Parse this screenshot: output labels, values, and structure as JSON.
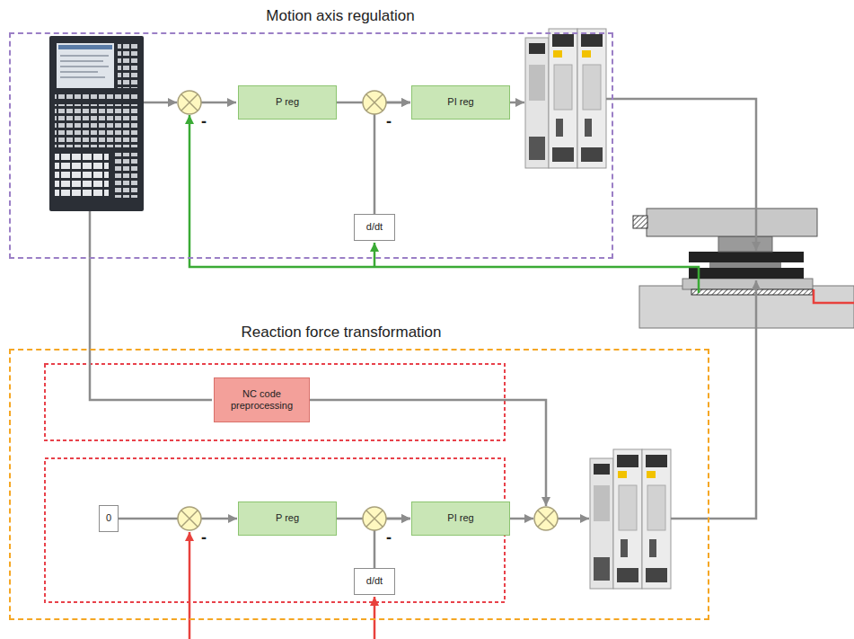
{
  "diagram": {
    "nodes": [
      {
        "text": [
          "Motion axis regulation"
        ]
      },
      {
        "text": [
          "P reg"
        ],
        "in": 0
      },
      {
        "text": [
          "PI reg"
        ],
        "in": 0
      },
      {
        "text": [
          "d/dt"
        ],
        "in": 0
      },
      {
        "text": [
          "Reaction force transformation"
        ]
      },
      {
        "text": [
          "NC code preprocessing"
        ],
        "in": 4
      },
      {
        "text": [
          "0"
        ],
        "in": 4
      },
      {
        "text": [
          "P reg"
        ],
        "in": 4
      },
      {
        "text": [
          "PI reg"
        ],
        "in": 4
      },
      {
        "text": [
          "d/dt"
        ],
        "in": 4
      }
    ],
    "edges": [
      {
        "from": 1,
        "to": 2,
        "arrow": "to"
      },
      {
        "from": 3,
        "to": 2,
        "arrow": "to"
      },
      {
        "from": 6,
        "to": 7,
        "arrow": "to"
      },
      {
        "from": 7,
        "to": 8,
        "arrow": "to"
      },
      {
        "from": 9,
        "to": 8,
        "arrow": "to"
      }
    ],
    "labels": [
      "-",
      "-",
      "-",
      "-"
    ]
  }
}
